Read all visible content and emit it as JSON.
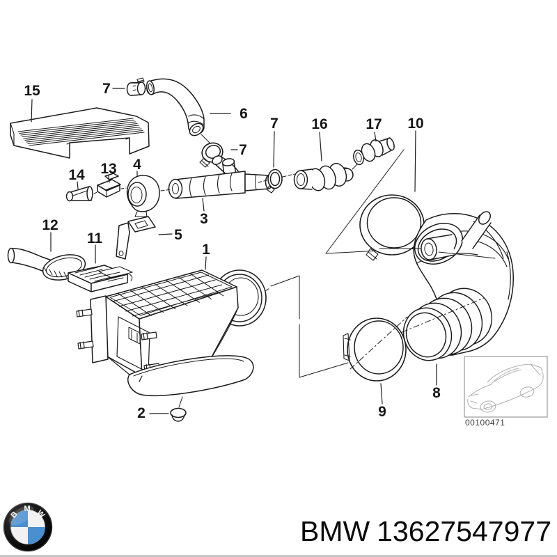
{
  "colors": {
    "line": "#1c1c1c",
    "inset_line": "#b0b0b0",
    "footer_text": "#0a0a0a",
    "logo_blue": "#4a8fd0",
    "logo_ring": "#101010"
  },
  "callouts": [
    {
      "label": "15"
    },
    {
      "label": "7"
    },
    {
      "label": "6"
    },
    {
      "label": "7"
    },
    {
      "label": "7"
    },
    {
      "label": "16"
    },
    {
      "label": "17"
    },
    {
      "label": "10"
    },
    {
      "label": "14"
    },
    {
      "label": "13"
    },
    {
      "label": "4"
    },
    {
      "label": "3"
    },
    {
      "label": "12"
    },
    {
      "label": "11"
    },
    {
      "label": "5"
    },
    {
      "label": "1"
    },
    {
      "label": "2"
    },
    {
      "label": "9"
    },
    {
      "label": "8"
    }
  ],
  "inset": {
    "code": "00100471"
  },
  "footer": {
    "brand": "BMW",
    "part_number": "13627547977"
  },
  "logo": {
    "letters": [
      "B",
      "M",
      "W"
    ]
  }
}
